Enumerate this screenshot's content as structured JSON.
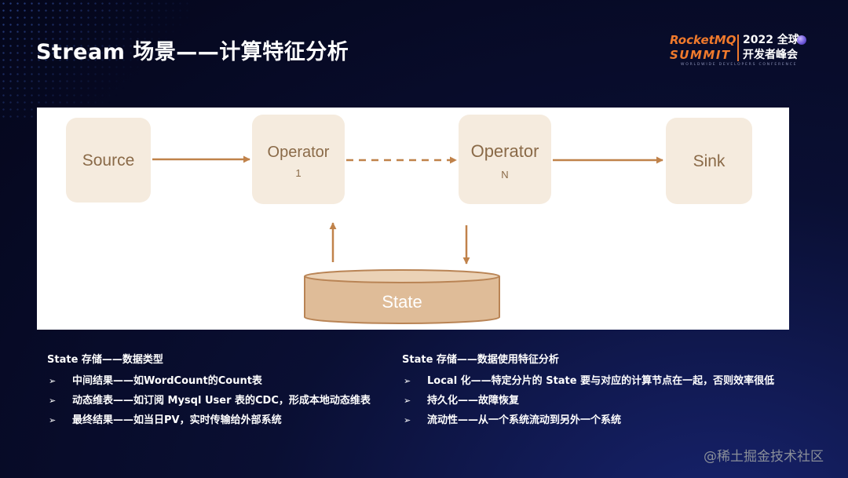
{
  "slide": {
    "title": "Stream 场景——计算特征分析"
  },
  "logo": {
    "brand_line1": "RocketMQ",
    "brand_line2": "SUMMIT",
    "event_line1": "2022 全球",
    "event_line2": "开发者峰会",
    "tagline": "WORLDWIDE DEVELOPERS CONFERENCE"
  },
  "diagram": {
    "nodes": {
      "source": "Source",
      "operator1_name": "Operator",
      "operator1_index": "1",
      "operatorN_name": "Operator",
      "operatorN_index": "N",
      "sink": "Sink",
      "state": "State"
    },
    "colors": {
      "box_fill": "#f5ebde",
      "node_text": "#8a6a48",
      "arrow": "#c0824a",
      "db_fill": "#dfbc98",
      "db_top": "#ebd2b6",
      "db_stroke": "#b98455",
      "state_text": "#ffffff"
    }
  },
  "left_column": {
    "heading": "State 存储——数据类型",
    "items": [
      "中间结果——如WordCount的Count表",
      "动态维表——如订阅 Mysql User 表的CDC，形成本地动态维表",
      "最终结果——如当日PV，实时传输给外部系统"
    ]
  },
  "right_column": {
    "heading": "State 存储——数据使用特征分析",
    "items": [
      "Local 化——特定分片的 State 要与对应的计算节点在一起，否则效率很低",
      "持久化——故障恢复",
      "流动性——从一个系统流动到另外一个系统"
    ]
  },
  "bullet_symbol": "➢",
  "watermark": "@稀土掘金技术社区"
}
